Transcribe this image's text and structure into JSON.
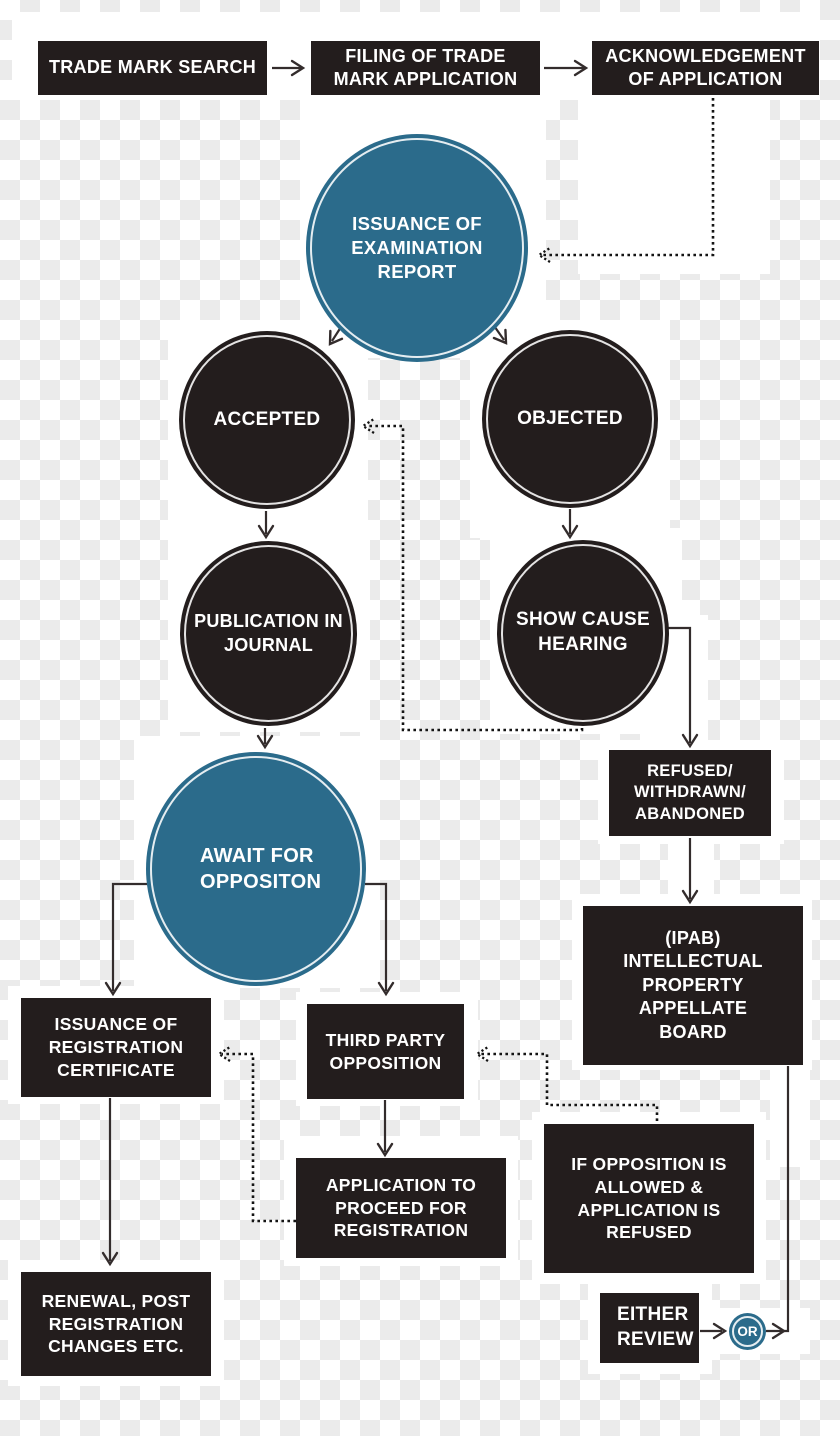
{
  "meta": {
    "description": "Trade mark registration process flowchart on transparency checkerboard",
    "colors": {
      "teal_accent": "#2b6b8b",
      "node_black": "#231d1d",
      "solid_line": "#332c2c",
      "dotted_line": "#141414",
      "checker_gray": "#ebebeb",
      "label_text": "#ffffff"
    }
  },
  "nodes": {
    "trade_mark_search": {
      "label": "TRADE MARK SEARCH"
    },
    "filing": {
      "label": "FILING OF TRADE\nMARK APPLICATION"
    },
    "acknowledgement": {
      "label": "ACKNOWLEDGEMENT\nOF APPLICATION"
    },
    "examination": {
      "label": "ISSUANCE OF\nEXAMINATION\nREPORT"
    },
    "accepted": {
      "label": "ACCEPTED"
    },
    "objected": {
      "label": "OBJECTED"
    },
    "publication": {
      "label": "PUBLICATION IN\nJOURNAL"
    },
    "show_cause": {
      "label": "SHOW CAUSE\nHEARING"
    },
    "await_opposition": {
      "label": "AWAIT FOR\nOPPOSITON"
    },
    "refused": {
      "label": "REFUSED/\nWITHDRAWN/\nABANDONED"
    },
    "ipab": {
      "label": "(IPAB)\nINTELLECTUAL\nPROPERTY\nAPPELLATE\nBOARD"
    },
    "registration_certificate": {
      "label": "ISSUANCE OF\nREGISTRATION\nCERTIFICATE"
    },
    "third_party_opposition": {
      "label": "THIRD PARTY\nOPPOSITION"
    },
    "application_proceed": {
      "label": "APPLICATION TO\nPROCEED FOR\nREGISTRATION"
    },
    "if_opposition": {
      "label": "IF OPPOSITION IS\nALLOWED &\nAPPLICATION IS\nREFUSED"
    },
    "renewal": {
      "label": "RENEWAL, POST\nREGISTRATION\nCHANGES ETC."
    },
    "either_review": {
      "label": "EITHER\nREVIEW"
    },
    "or_connector": {
      "label": "OR"
    }
  }
}
